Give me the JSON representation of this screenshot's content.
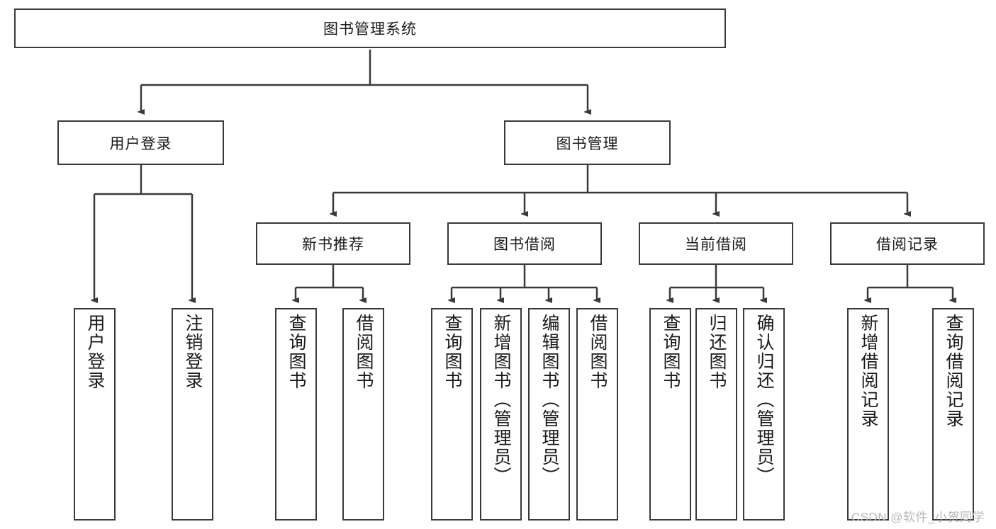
{
  "diagram": {
    "title": "图书管理系统",
    "type": "tree-hierarchy-chart",
    "watermark": "CSDN @软件_小贺同学",
    "colors": {
      "box_border": "#3a3a3a",
      "box_fill": "#ffffff",
      "line": "#3a3a3a",
      "text": "#1a1a1a",
      "watermark": "#b9b9b9"
    },
    "root": {
      "label": "图书管理系统"
    },
    "level1": [
      {
        "label": "用户登录"
      },
      {
        "label": "图书管理"
      }
    ],
    "level2": [
      {
        "label": "新书推荐"
      },
      {
        "label": "图书借阅"
      },
      {
        "label": "当前借阅"
      },
      {
        "label": "借阅记录"
      }
    ],
    "leaves": {
      "user_login": [
        {
          "label": "用户登录"
        },
        {
          "label": "注销登录"
        }
      ],
      "new_book_recommend": [
        {
          "label": "查询图书"
        },
        {
          "label": "借阅图书"
        }
      ],
      "book_borrow": [
        {
          "label": "查询图书"
        },
        {
          "label": "新增图书（管理员）"
        },
        {
          "label": "编辑图书（管理员）"
        },
        {
          "label": "借阅图书"
        }
      ],
      "current_borrow": [
        {
          "label": "查询图书"
        },
        {
          "label": "归还图书"
        },
        {
          "label": "确认归还（管理员）"
        }
      ],
      "borrow_record": [
        {
          "label": "新增借阅记录"
        },
        {
          "label": "查询借阅记录"
        }
      ]
    }
  }
}
